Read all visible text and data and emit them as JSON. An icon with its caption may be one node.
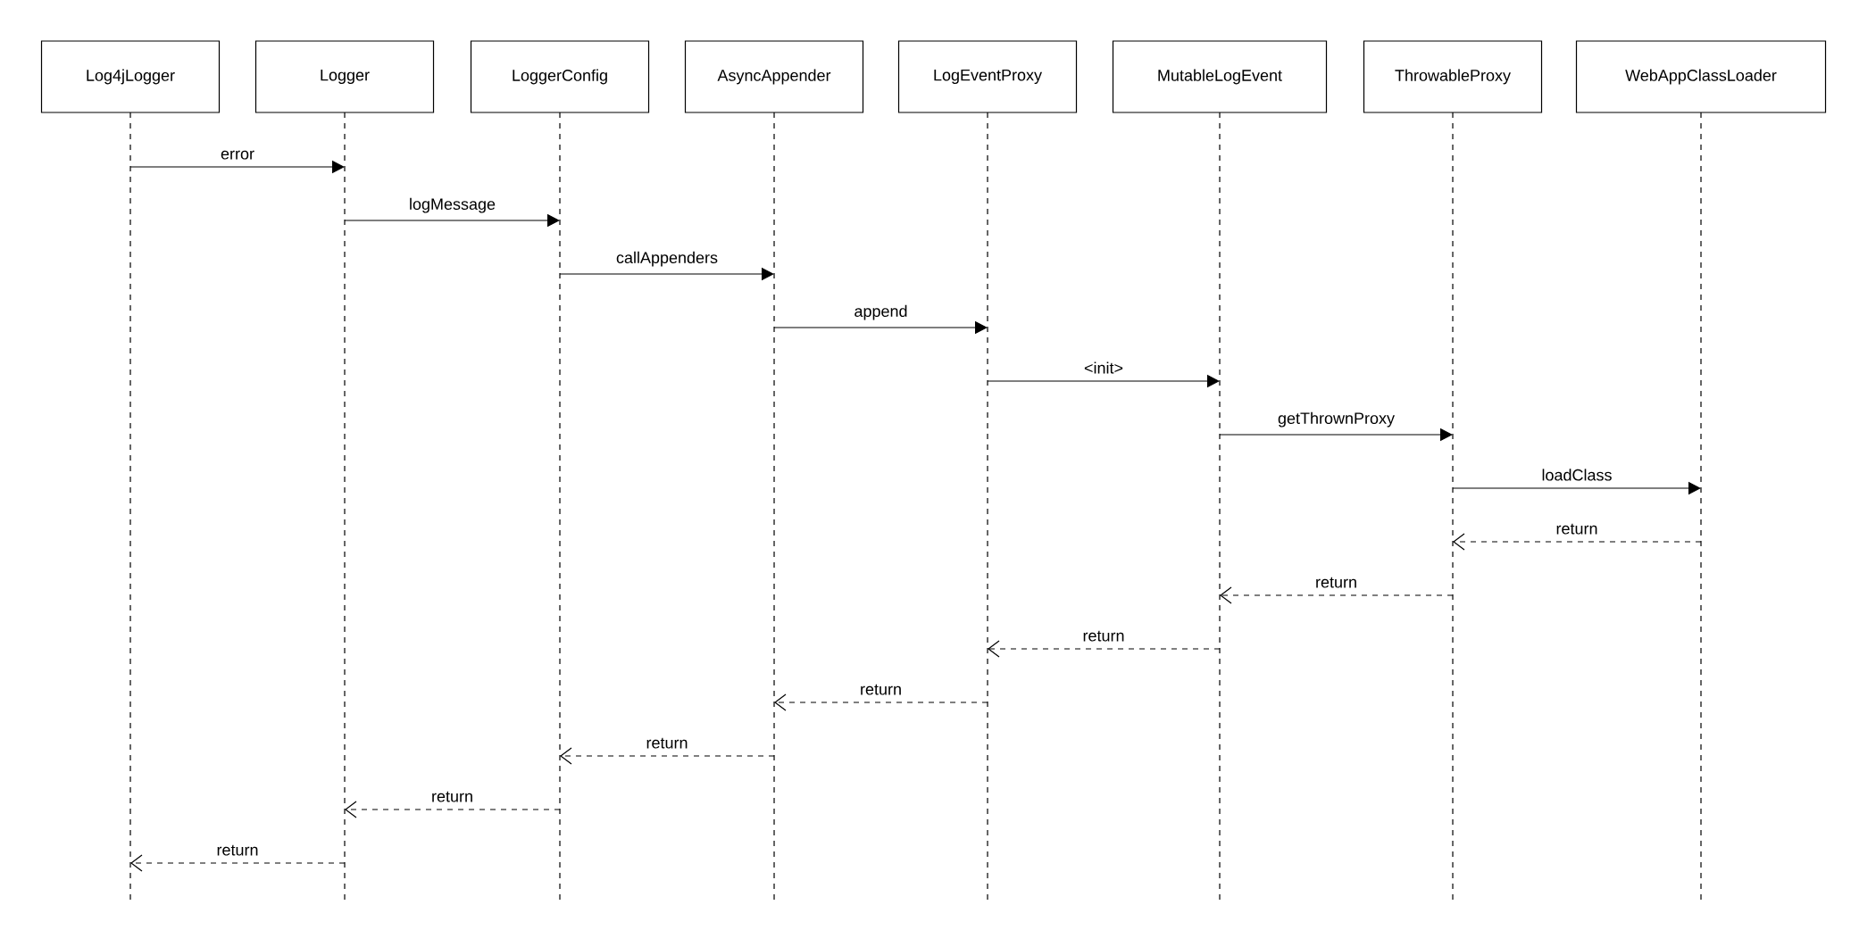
{
  "diagram": {
    "nodes": [
      {
        "text": [
          "Log4jLogger"
        ]
      },
      {
        "text": [
          "Logger"
        ]
      },
      {
        "text": [
          "LoggerConfig"
        ]
      },
      {
        "text": [
          "AsyncAppender"
        ]
      },
      {
        "text": [
          "LogEventProxy"
        ]
      },
      {
        "text": [
          "MutableLogEvent"
        ]
      },
      {
        "text": [
          "ThrowableProxy"
        ]
      },
      {
        "text": [
          "WebAppClassLoader"
        ]
      }
    ],
    "edges": [
      {
        "from": 0,
        "to": 1,
        "arrow": "to",
        "label": "error"
      },
      {
        "from": 1,
        "to": 2,
        "arrow": "to",
        "label": "logMessage"
      },
      {
        "from": 2,
        "to": 3,
        "arrow": "to",
        "label": "callAppenders"
      },
      {
        "from": 3,
        "to": 4,
        "arrow": "to",
        "label": "append"
      },
      {
        "from": 4,
        "to": 5,
        "arrow": "to",
        "label": "<init>"
      },
      {
        "from": 5,
        "to": 6,
        "arrow": "to",
        "label": "getThrownProxy"
      },
      {
        "from": 6,
        "to": 7,
        "arrow": "to",
        "label": "loadClass"
      },
      {
        "from": 7,
        "to": 6,
        "arrow": "to",
        "label": "return",
        "style": "dashed"
      },
      {
        "from": 6,
        "to": 5,
        "arrow": "to",
        "label": "return",
        "style": "dashed"
      },
      {
        "from": 5,
        "to": 4,
        "arrow": "to",
        "label": "return",
        "style": "dashed"
      },
      {
        "from": 4,
        "to": 3,
        "arrow": "to",
        "label": "return",
        "style": "dashed"
      },
      {
        "from": 3,
        "to": 2,
        "arrow": "to",
        "label": "return",
        "style": "dashed"
      },
      {
        "from": 2,
        "to": 1,
        "arrow": "to",
        "label": "return",
        "style": "dashed"
      },
      {
        "from": 1,
        "to": 0,
        "arrow": "to",
        "label": "return",
        "style": "dashed"
      }
    ]
  }
}
